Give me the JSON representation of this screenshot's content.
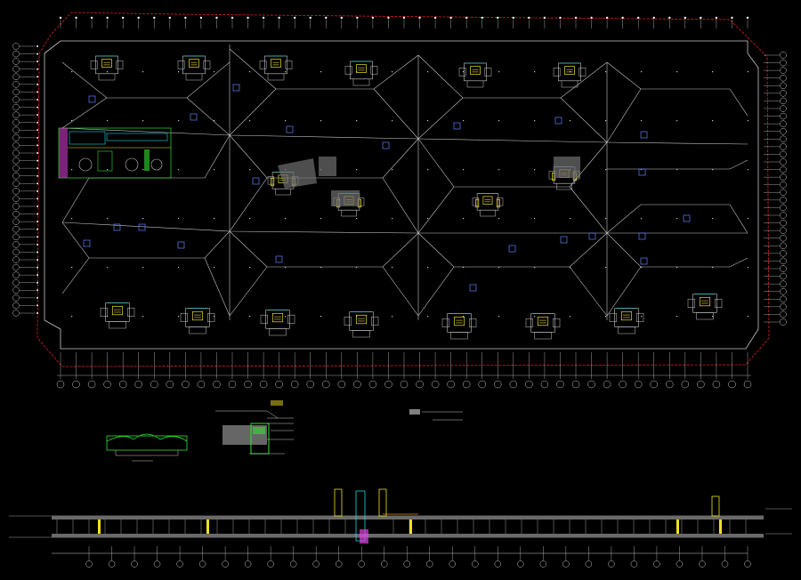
{
  "drawing": {
    "type": "cad-architectural-plan",
    "background": "#000000",
    "colors": {
      "outline": "#c8c8c8",
      "boundary": "#e02020",
      "cyan": "#18d8e0",
      "yellow": "#f0e020",
      "green": "#30e030",
      "magenta": "#e040e0",
      "blue": "#6080ff",
      "orange": "#e09020",
      "white": "#ffffff"
    }
  },
  "plan": {
    "grid_columns": 45,
    "grid_rows": 36,
    "roof_bays": 4
  },
  "details": {
    "count": 3
  },
  "section": {
    "grid_columns": 30
  }
}
